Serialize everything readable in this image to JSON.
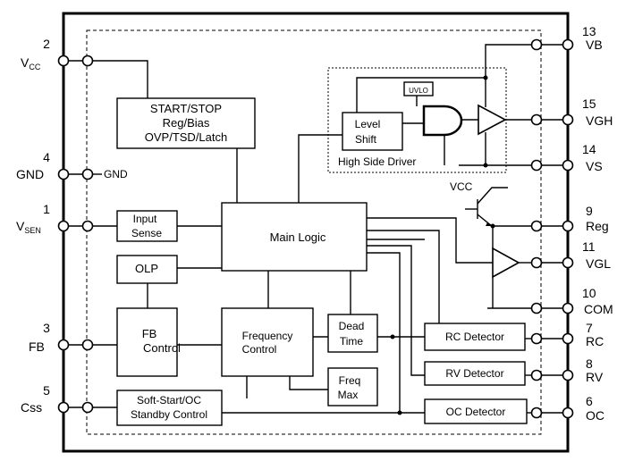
{
  "blocks": {
    "start_stop": [
      "START/STOP",
      "Reg/Bias",
      "OVP/TSD/Latch"
    ],
    "level_shift": [
      "Level",
      "Shift"
    ],
    "uvlo": "UVLO",
    "high_side_driver": "High Side Driver",
    "input_sense": [
      "Input",
      "Sense"
    ],
    "main_logic": "Main Logic",
    "olp": "OLP",
    "fb_control": [
      "FB",
      "Control"
    ],
    "frequency_control": [
      "Frequency",
      "Control"
    ],
    "dead_time": [
      "Dead",
      "Time"
    ],
    "freq_max": [
      "Freq",
      "Max"
    ],
    "soft_start": [
      "Soft-Start/OC",
      "Standby Control"
    ],
    "rc_detector": "RC Detector",
    "rv_detector": "RV Detector",
    "oc_detector": "OC Detector"
  },
  "labels": {
    "vcc_internal": "VCC",
    "gnd_internal": "GND"
  },
  "pins": {
    "left": [
      {
        "num": "2",
        "name": "V",
        "sub": "CC"
      },
      {
        "num": "4",
        "name": "GND",
        "sub": ""
      },
      {
        "num": "1",
        "name": "V",
        "sub": "SEN"
      },
      {
        "num": "3",
        "name": "FB",
        "sub": ""
      },
      {
        "num": "5",
        "name": "Css",
        "sub": ""
      }
    ],
    "right": [
      {
        "num": "13",
        "name": "VB"
      },
      {
        "num": "15",
        "name": "VGH"
      },
      {
        "num": "14",
        "name": "VS"
      },
      {
        "num": "9",
        "name": "Reg"
      },
      {
        "num": "11",
        "name": "VGL"
      },
      {
        "num": "10",
        "name": "COM"
      },
      {
        "num": "7",
        "name": "RC"
      },
      {
        "num": "8",
        "name": "RV"
      },
      {
        "num": "6",
        "name": "OC"
      }
    ]
  }
}
